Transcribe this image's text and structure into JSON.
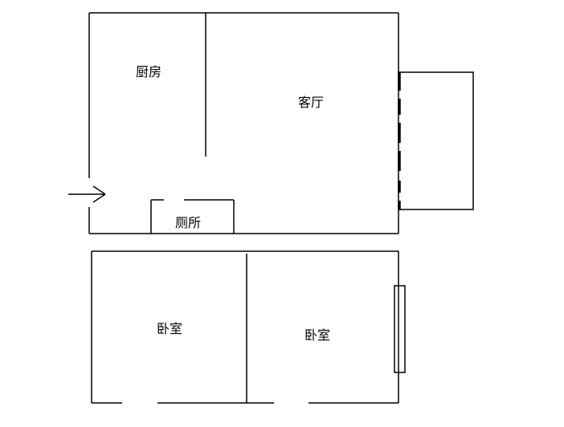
{
  "rooms": {
    "kitchen": "厨房",
    "living_room": "客厅",
    "toilet": "厕所",
    "bedroom_left": "卧室",
    "bedroom_right": "卧室"
  },
  "colors": {
    "line": "#000000",
    "background": "#ffffff"
  }
}
